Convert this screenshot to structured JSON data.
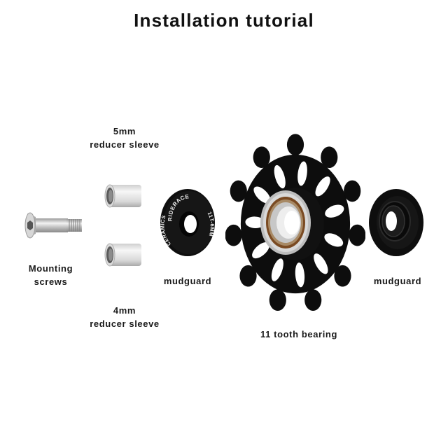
{
  "title": "Installation tutorial",
  "parts": {
    "screw": {
      "line1": "Mounting",
      "line2": "screws"
    },
    "sleeve_5mm": {
      "line1": "5mm",
      "line2": "reducer sleeve"
    },
    "sleeve_4mm": {
      "line1": "4mm",
      "line2": "reducer sleeve"
    },
    "mudguard_left": {
      "label": "mudguard",
      "engraving_top": "RIDERACE",
      "engraving_left": "CERAMICS",
      "engraving_right": "11T-6MM"
    },
    "pulley": {
      "label": "11 tooth bearing",
      "teeth": 11
    },
    "mudguard_right": {
      "label": "mudguard"
    }
  },
  "colors": {
    "background": "#ffffff",
    "text": "#111111",
    "anodized_black": "#0d0d0d",
    "metal": "#c9c9c9",
    "bearing_brown": "#7a4a22"
  }
}
